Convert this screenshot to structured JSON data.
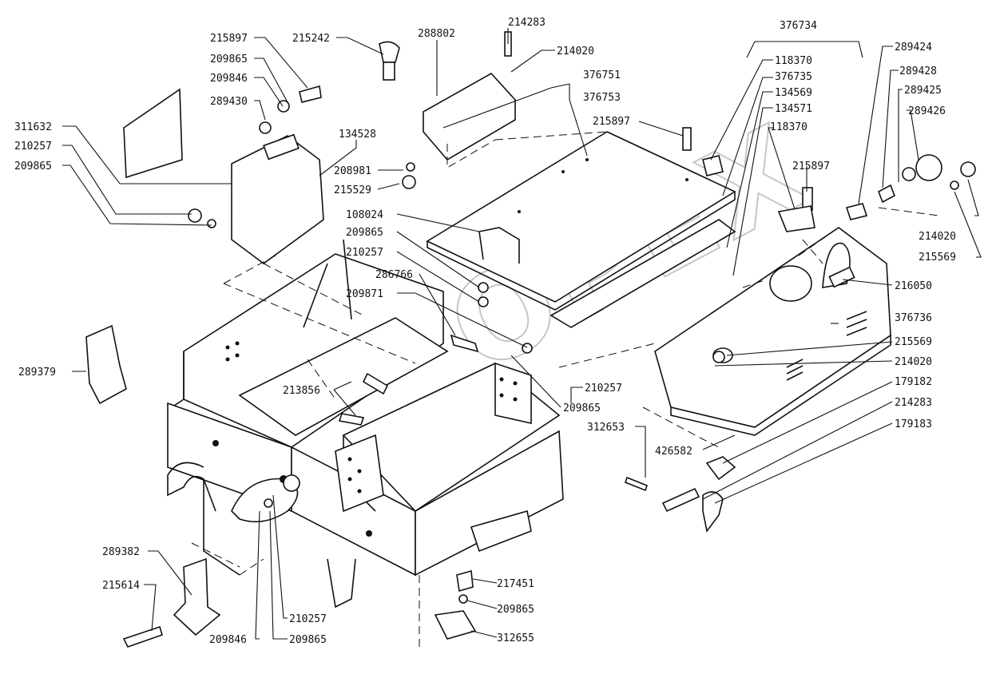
{
  "watermark": "OPEX",
  "labels": {
    "p215897a": "215897",
    "p215242": "215242",
    "p288802": "288802",
    "p214283a": "214283",
    "p214020a": "214020",
    "p376734": "376734",
    "p289424": "289424",
    "p289428": "289428",
    "p289425": "289425",
    "p289426": "289426",
    "p209865a": "209865",
    "p209846a": "209846",
    "p289430": "289430",
    "p311632": "311632",
    "p210257a": "210257",
    "p209865b": "209865",
    "p134528": "134528",
    "p208981": "208981",
    "p215529": "215529",
    "p376751": "376751",
    "p376753": "376753",
    "p118370a": "118370",
    "p376735": "376735",
    "p134569": "134569",
    "p134571": "134571",
    "p215897b": "215897",
    "p118370b": "118370",
    "p215897c": "215897",
    "p214020b": "214020",
    "p215569a": "215569",
    "p108024": "108024",
    "p209865c": "209865",
    "p210257b": "210257",
    "p286766": "286766",
    "p209871": "209871",
    "p216050": "216050",
    "p376736": "376736",
    "p215569b": "215569",
    "p214020c": "214020",
    "p179182": "179182",
    "p214283b": "214283",
    "p179183": "179183",
    "p289379": "289379",
    "p213856": "213856",
    "p210257c": "210257",
    "p209865d": "209865",
    "p312653": "312653",
    "p426582": "426582",
    "p289382": "289382",
    "p215614": "215614",
    "p217451": "217451",
    "p209865e": "209865",
    "p312655": "312655",
    "p210257d": "210257",
    "p209846b": "209846",
    "p209865f": "209865"
  }
}
